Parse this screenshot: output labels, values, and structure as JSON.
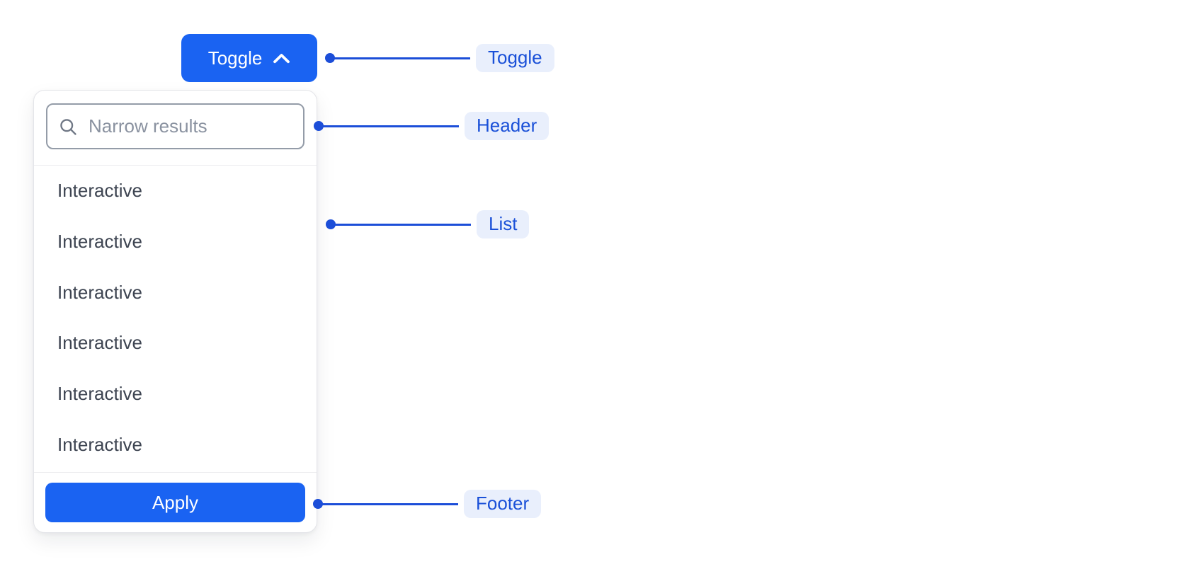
{
  "toggle_button": {
    "label": "Toggle",
    "chevron_icon": "chevron-up"
  },
  "dropdown": {
    "search": {
      "placeholder": "Narrow results",
      "value": "",
      "icon": "search"
    },
    "items": [
      "Interactive",
      "Interactive",
      "Interactive",
      "Interactive",
      "Interactive",
      "Interactive"
    ],
    "footer": {
      "apply_label": "Apply"
    }
  },
  "annotations": {
    "toggle": {
      "label": "Toggle"
    },
    "header": {
      "label": "Header"
    },
    "list": {
      "label": "List"
    },
    "footer": {
      "label": "Footer"
    }
  },
  "colors": {
    "primary_blue": "#1a63f2",
    "annotation_blue": "#1c4ed8",
    "annotation_pill_bg": "#e9effc",
    "panel_border": "#e4e5e9",
    "divider": "#ececef",
    "input_border": "#949ca8",
    "placeholder_text": "#8a92a0",
    "item_text": "#3d4451"
  }
}
